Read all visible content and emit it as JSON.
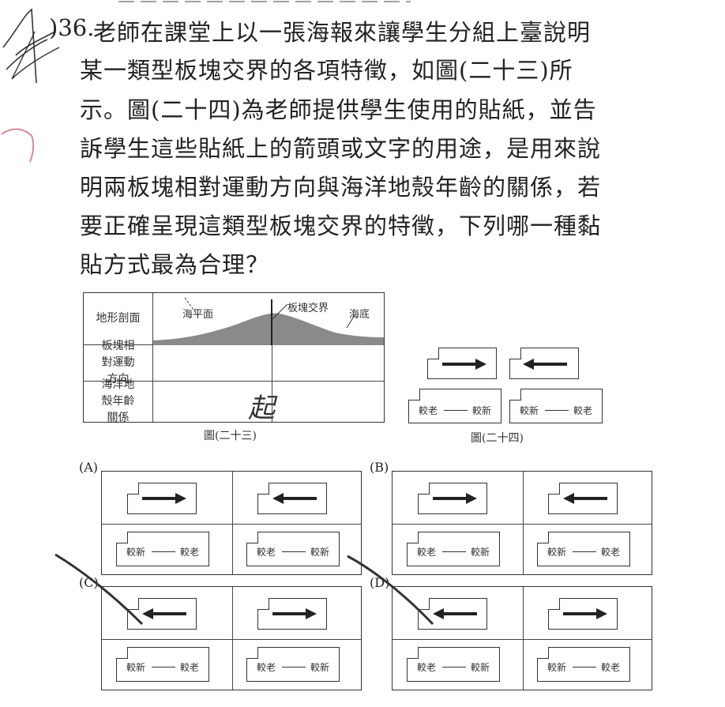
{
  "question": {
    "number": ")36.",
    "lines": [
      "老師在課堂上以一張海報來讓學生分組上臺說明",
      "某一類型板塊交界的各項特徵，如圖(二十三)所",
      "示。圖(二十四)為老師提供學生使用的貼紙，並告",
      "訴學生這些貼紙上的箭頭或文字的用途，是用來說",
      "明兩板塊相對運動方向與海洋地殼年齡的關係，若",
      "要正確呈現這類型板塊交界的特徵，下列哪一種黏",
      "貼方式最為合理？"
    ]
  },
  "figure23": {
    "row1_label": "地形剖面",
    "row2_label": "板塊相對運動方向",
    "row3_label": "海洋地殼年齡關係",
    "sea_surface": "海平面",
    "plate_boundary": "板塊交界",
    "seafloor": "海底",
    "handwriting": "起",
    "caption": "圖(二十三)"
  },
  "figure24": {
    "caption": "圖(二十四)",
    "sticker_old_new_left": "較老",
    "sticker_old_new_right": "較新",
    "sticker_new_old_left": "較新",
    "sticker_new_old_right": "較老"
  },
  "options": [
    {
      "label": "(A)",
      "top_left": "right",
      "top_right": "left",
      "bottom_left": [
        "較新",
        "較老"
      ],
      "bottom_right": [
        "較老",
        "較新"
      ]
    },
    {
      "label": "(B)",
      "top_left": "right",
      "top_right": "left",
      "bottom_left": [
        "較老",
        "較新"
      ],
      "bottom_right": [
        "較新",
        "較老"
      ]
    },
    {
      "label": "(C)",
      "top_left": "left",
      "top_right": "right",
      "bottom_left": [
        "較新",
        "較老"
      ],
      "bottom_right": [
        "較老",
        "較新"
      ]
    },
    {
      "label": "(D)",
      "top_left": "left",
      "top_right": "right",
      "bottom_left": [
        "較老",
        "較新"
      ],
      "bottom_right": [
        "較新",
        "較老"
      ]
    }
  ],
  "colors": {
    "ink": "#222222",
    "terrain": "#8a8a8a",
    "pen": "#333333",
    "pink": "#d98a95"
  }
}
